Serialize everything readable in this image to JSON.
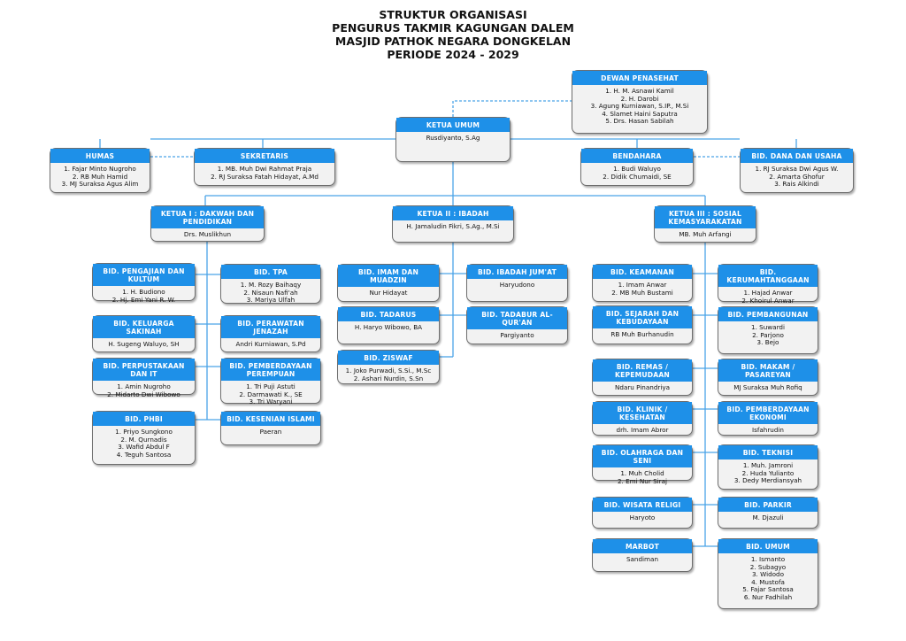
{
  "title": {
    "line1": "STRUKTUR ORGANISASI",
    "line2": "PENGURUS TAKMIR KAGUNGAN DALEM",
    "line3": "MASJID PATHOK NEGARA DONGKELAN",
    "line4": "PERIODE 2024 - 2029"
  },
  "boxes": {
    "dewan": {
      "title": "DEWAN PENASEHAT",
      "members": [
        "1. H. M. Asnawi Kamil",
        "2. H. Darobi",
        "3. Agung Kurniawan, S.IP., M.Si",
        "4. Slamet Haini Saputra",
        "5. Drs. Hasan Sabilah"
      ]
    },
    "ketum": {
      "title": "KETUA UMUM",
      "members": [
        "Rusdiyanto, S.Ag"
      ]
    },
    "humas": {
      "title": "HUMAS",
      "members": [
        "1. Fajar Minto Nugroho",
        "2. RB Muh Hamid",
        "3. MJ Suraksa Agus Alim"
      ]
    },
    "sekretaris": {
      "title": "SEKRETARIS",
      "members": [
        "1. MB. Muh Dwi Rahmat Praja",
        "2. RJ Suraksa Fatah Hidayat, A.Md"
      ]
    },
    "bendahara": {
      "title": "BENDAHARA",
      "members": [
        "1. Budi Waluyo",
        "2. Didik Chumaidi, SE"
      ]
    },
    "dana": {
      "title": "BID. DANA DAN USAHA",
      "members": [
        "1. RJ Suraksa Dwi Agus W.",
        "2. Amarta Ghofur",
        "3. Rais Alkindi"
      ]
    },
    "ketua1": {
      "title": "KETUA I : DAKWAH DAN PENDIDIKAN",
      "members": [
        "Drs. Muslikhun"
      ]
    },
    "ketua2": {
      "title": "KETUA II : IBADAH",
      "members": [
        "H. Jamaludin Fikri, S.Ag., M.Si"
      ]
    },
    "ketua3": {
      "title": "KETUA III : SOSIAL KEMASYARAKATAN",
      "members": [
        "MB. Muh Arfangi"
      ]
    },
    "pengajian": {
      "title": "BID. PENGAJIAN DAN KULTUM",
      "members": [
        "1. H. Budiono",
        "2. Hj. Emi Yani R. W."
      ]
    },
    "tpa": {
      "title": "BID. TPA",
      "members": [
        "1. M. Rozy Baihaqy",
        "2. Nisaun Nafi'ah",
        "3. Mariya Ulfah"
      ]
    },
    "keluarga": {
      "title": "BID. KELUARGA SAKINAH",
      "members": [
        "H. Sugeng Waluyo, SH"
      ]
    },
    "perawatan": {
      "title": "BID. PERAWATAN JENAZAH",
      "members": [
        "Andri Kurniawan, S.Pd"
      ]
    },
    "perpustakaan": {
      "title": "BID. PERPUSTAKAAN DAN IT",
      "members": [
        "1. Amin Nugroho",
        "2. Midarto Dwi Wibowo"
      ]
    },
    "perempuan": {
      "title": "BID. PEMBERDAYAAN PEREMPUAN",
      "members": [
        "1. Tri Puji Astuti",
        "2. Darmawati K., SE",
        "3. Tri Waryani"
      ]
    },
    "phbi": {
      "title": "BID. PHBI",
      "members": [
        "1. Priyo Sungkono",
        "2. M. Qurnadis",
        "3. Wafid Abdul F",
        "4. Teguh Santosa"
      ]
    },
    "kesenian": {
      "title": "BID. KESENIAN ISLAMI",
      "members": [
        "Paeran"
      ]
    },
    "imam": {
      "title": "BID. IMAM DAN MUADZIN",
      "members": [
        "Nur Hidayat"
      ]
    },
    "jumat": {
      "title": "BID. IBADAH JUM'AT",
      "members": [
        "Haryudono"
      ]
    },
    "tadarus": {
      "title": "BID. TADARUS",
      "members": [
        "H. Haryo Wibowo, BA"
      ]
    },
    "tadabur": {
      "title": "BID. TADABUR AL-QUR'AN",
      "members": [
        "Pargiyanto"
      ]
    },
    "ziswaf": {
      "title": "BID. ZISWAF",
      "members": [
        "1. Joko Purwadi, S.Si., M.Sc",
        "2. Ashari Nurdin, S.Sn"
      ]
    },
    "keamanan": {
      "title": "BID. KEAMANAN",
      "members": [
        "1. Imam Anwar",
        "2. MB Muh Bustami"
      ]
    },
    "kerumah": {
      "title": "BID. KERUMAHTANGGAAN",
      "members": [
        "1. Hajad Anwar",
        "2. Khoirul Anwar"
      ]
    },
    "sejarah": {
      "title": "BID. SEJARAH DAN KEBUDAYAAN",
      "members": [
        "RB Muh Burhanudin"
      ]
    },
    "pembangunan": {
      "title": "BID. PEMBANGUNAN",
      "members": [
        "1. Suwardi",
        "2. Parjono",
        "3. Bejo"
      ]
    },
    "remas": {
      "title": "BID. REMAS / KEPEMUDAAN",
      "members": [
        "Ndaru Pinandriya"
      ]
    },
    "makam": {
      "title": "BID. MAKAM / PASAREYAN",
      "members": [
        "MJ Suraksa Muh Rofiq"
      ]
    },
    "klinik": {
      "title": "BID. KLINIK / KESEHATAN",
      "members": [
        "drh. Imam Abror"
      ]
    },
    "ekonomi": {
      "title": "BID. PEMBERDAYAAN EKONOMI",
      "members": [
        "Isfahrudin"
      ]
    },
    "olahraga": {
      "title": "BID. OLAHRAGA DAN SENI",
      "members": [
        "1. Muh Cholid",
        "2. Emi Nur Siraj"
      ]
    },
    "teknisi": {
      "title": "BID. TEKNISI",
      "members": [
        "1. Muh. Jamroni",
        "2. Huda Yulianto",
        "3. Dedy Merdiansyah"
      ]
    },
    "wisata": {
      "title": "BID. WISATA RELIGI",
      "members": [
        "Haryoto"
      ]
    },
    "parkir": {
      "title": "BID. PARKIR",
      "members": [
        "M. Djazuli"
      ]
    },
    "marbot": {
      "title": "MARBOT",
      "members": [
        "Sandiman"
      ]
    },
    "umum": {
      "title": "BID. UMUM",
      "members": [
        "1. Ismanto",
        "2. Subagyo",
        "3. Widodo",
        "4. Mustofa",
        "5. Fajar Santosa",
        "6. Nur Fadhilah"
      ]
    }
  },
  "colors": {
    "header": "#1e90e8",
    "line": "#4aa3e8",
    "body": "#f2f2f2"
  }
}
